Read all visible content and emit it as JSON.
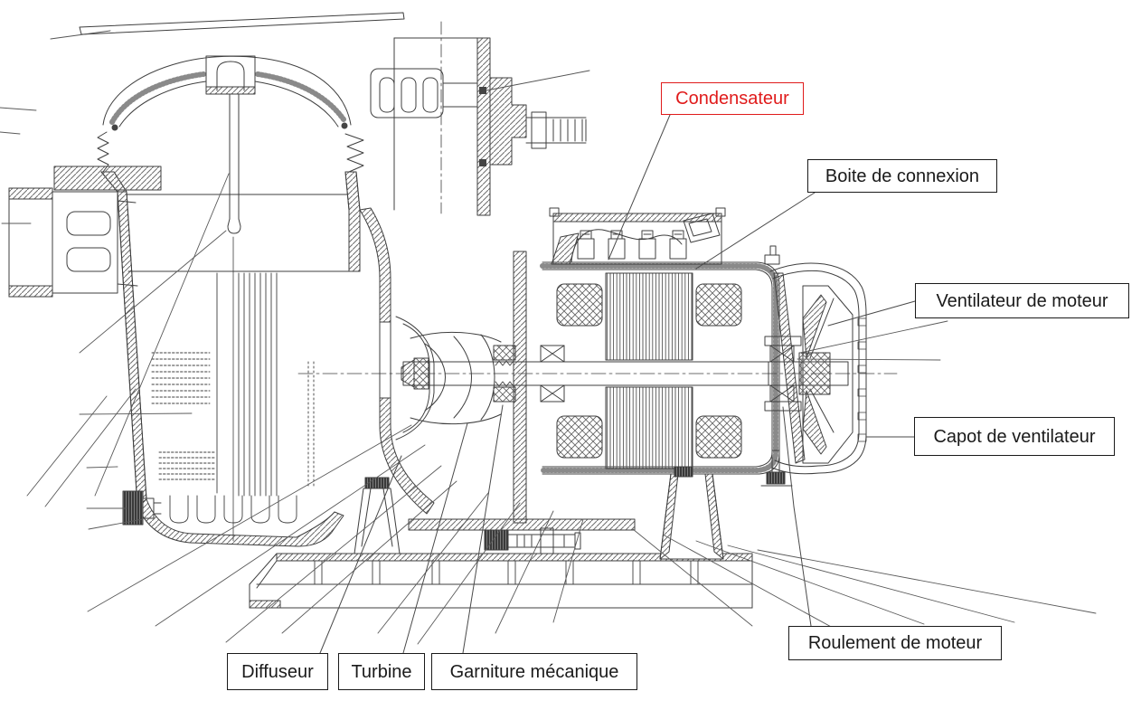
{
  "figure": {
    "kind": "technical cutaway drawing",
    "annotations": [
      {
        "id": "condensateur",
        "text": "Condensateur",
        "style": "highlighted"
      },
      {
        "id": "boite-de-connexion",
        "text": "Boite de connexion",
        "style": "normal"
      },
      {
        "id": "ventilateur-de-moteur",
        "text": "Ventilateur de moteur",
        "style": "normal"
      },
      {
        "id": "capot-de-ventilateur",
        "text": "Capot de ventilateur",
        "style": "normal"
      },
      {
        "id": "roulement-de-moteur",
        "text": "Roulement de moteur",
        "style": "normal"
      },
      {
        "id": "diffuseur",
        "text": "Diffuseur",
        "style": "normal"
      },
      {
        "id": "turbine",
        "text": "Turbine",
        "style": "normal"
      },
      {
        "id": "garniture-mecanique",
        "text": "Garniture mécanique",
        "style": "normal"
      }
    ],
    "colors": {
      "highlight": "#e01b1b",
      "label_ink": "#1a1a1a",
      "drawing_line": "#3f3f3f",
      "background": "#ffffff"
    }
  }
}
